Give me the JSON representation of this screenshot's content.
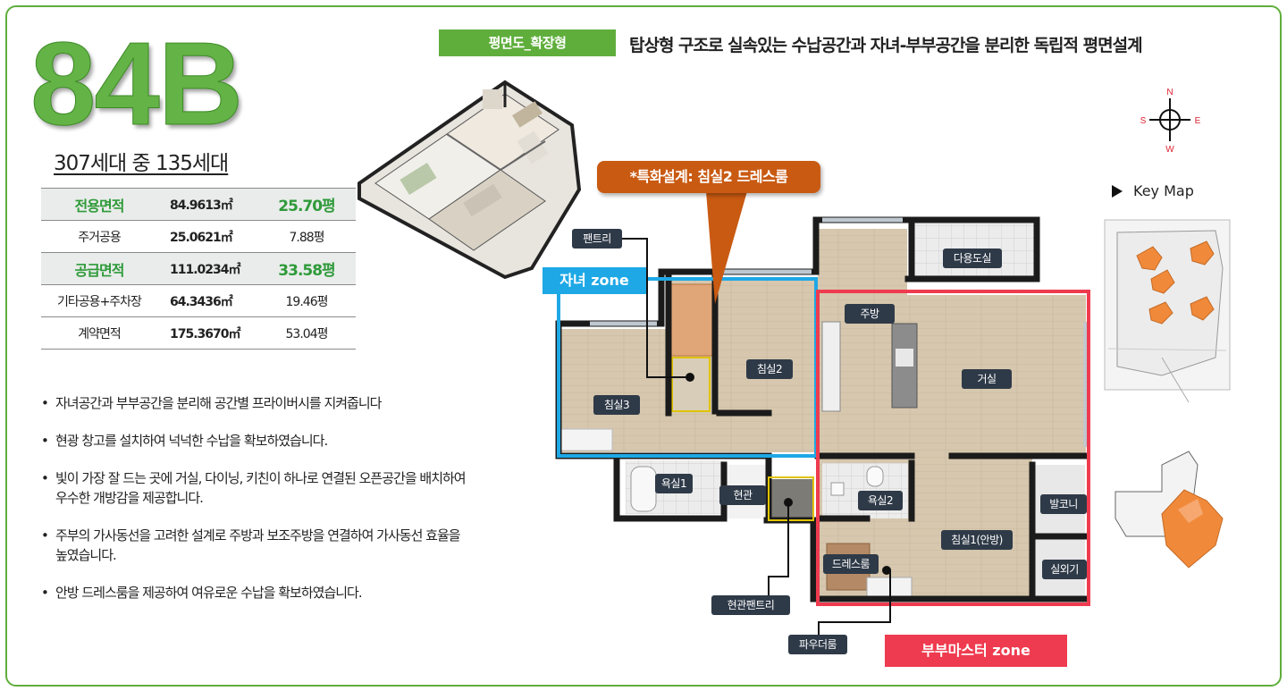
{
  "unit_type": "84B",
  "households": "307세대 중 135세대",
  "area_table": [
    {
      "label": "전용면적",
      "sqm": "84.9613㎡",
      "pyeong": "25.70평",
      "highlight": true
    },
    {
      "label": "주거공용",
      "sqm": "25.0621㎡",
      "pyeong": "7.88평",
      "highlight": false
    },
    {
      "label": "공급면적",
      "sqm": "111.0234㎡",
      "pyeong": "33.58평",
      "highlight": true
    },
    {
      "label": "기타공용+주차장",
      "sqm": "64.3436㎡",
      "pyeong": "19.46평",
      "highlight": false
    },
    {
      "label": "계약면적",
      "sqm": "175.3670㎡",
      "pyeong": "53.04평",
      "highlight": false
    }
  ],
  "features": [
    "자녀공간과 부부공간을 분리해 공간별 프라이버시를 지켜줍니다",
    "현광 창고를 설치하여 넉넉한 수납을 확보하였습니다.",
    "빛이 가장 잘 드는 곳에 거실, 다이닝, 키친이 하나로 연결된 오픈공간을 배치하여 우수한 개방감을 제공합니다.",
    "주부의 가사동선을 고려한 설계로 주방과 보조주방을 연결하여 가사동선 효율을 높였습니다.",
    "안방 드레스룸을 제공하여 여유로운 수납을 확보하였습니다."
  ],
  "plan_badge": "평면도_확장형",
  "headline": "탑상형 구조로 실속있는 수납공간과 자녀-부부공간을 분리한 독립적 평면설계",
  "callout": "*특화설계: 침실2 드레스룸",
  "zones": {
    "kids": "자녀 zone",
    "master": "부부마스터 zone"
  },
  "compass": {
    "n": "N",
    "s": "S",
    "e": "E",
    "w": "W"
  },
  "key_map_label": "Key Map",
  "rooms": {
    "pantry": "팬트리",
    "multi": "다용도실",
    "kitchen": "주방",
    "bed2": "침실2",
    "bed3": "침실3",
    "living": "거실",
    "bath1": "욕실1",
    "entry": "현관",
    "bath2": "욕실2",
    "balcony": "발코니",
    "bed1": "침실1(안방)",
    "dress": "드레스룸",
    "outdoor_unit": "실외기",
    "entry_pantry": "현관팬트리",
    "powder": "파우더룸"
  },
  "colors": {
    "brand_green": "#5fae3c",
    "kids_zone": "#1ea8e6",
    "master_zone": "#ef3b4f",
    "callout": "#c95a12",
    "tag": "#2f3a48"
  }
}
